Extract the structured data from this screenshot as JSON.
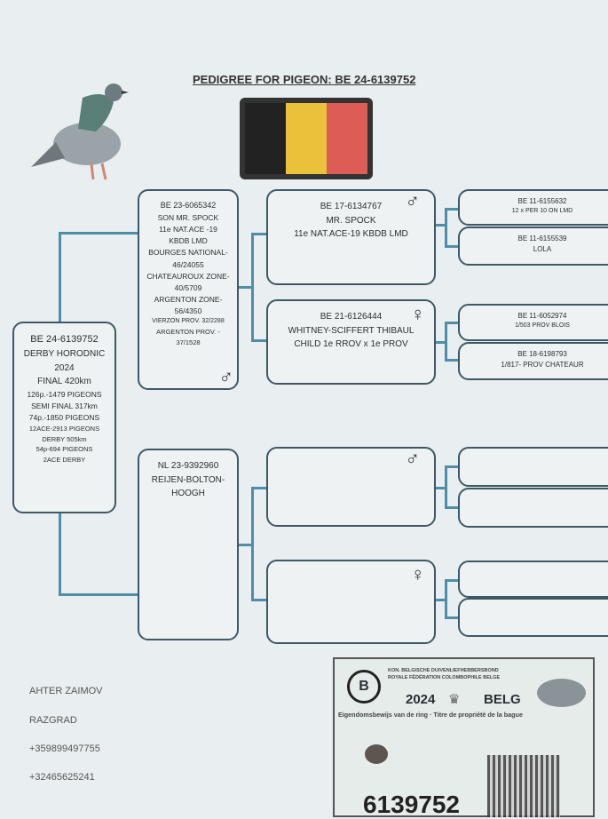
{
  "title": "PEDIGREE FOR PIGEON: BE 24-6139752",
  "flag_colors": [
    "#222222",
    "#e9c13b",
    "#dd5c55"
  ],
  "main": {
    "lines": [
      "BE 24-6139752",
      "DERBY HORODNIC",
      "2024",
      "FINAL  420km",
      "126p.-1479 PIGEONS",
      "SEMI FINAL  317km",
      "74p.-1850 PIGEONS",
      "12ACE-2913 PIGEONS",
      "DERBY 505km",
      "54p-694 PIGEONS",
      "2ACE DERBY"
    ]
  },
  "sire": {
    "lines": [
      "BE 23-6065342",
      "SON MR. SPOCK",
      "11e NAT.ACE -19",
      "KBDB LMD",
      "BOURGES NATIONAL-",
      "46/24055",
      "CHATEAUROUX ZONE-",
      "40/5709",
      "ARGENTON ZONE-",
      "56/4350",
      "VIERZON PROV. 32/2288",
      "ARGENTON PROV. -",
      "37/1528"
    ],
    "sex": "♂"
  },
  "dam": {
    "lines": [
      "NL 23-9392960",
      "REIJEN-BOLTON-",
      "HOOGH"
    ]
  },
  "gs1": {
    "lines": [
      "BE 17-6134767",
      "MR. SPOCK",
      "11e NAT.ACE-19 KBDB LMD"
    ],
    "sex": "♂"
  },
  "gd1": {
    "lines": [
      "BE 21-6126444",
      "WHITNEY-SCIFFERT THIBAUL",
      "CHILD 1e RROV x 1e PROV"
    ],
    "sex": "♀"
  },
  "gs2": {
    "sex": "♂"
  },
  "gd2": {
    "sex": "♀"
  },
  "ggp": [
    {
      "id": "BE 11-6155632",
      "info": "12 x PER 10 ON LMD"
    },
    {
      "id": "BE 11-6155539",
      "info": "LOLA"
    },
    {
      "id": "BE 11-6052974",
      "info": "1/503 PROV BLOIS"
    },
    {
      "id": "BE 18-6198793",
      "info": "1/817- PROV CHATEAUR"
    }
  ],
  "owner": {
    "name": "AHTER ZAIMOV",
    "city": "RAZGRAD",
    "phone1": "+359899497755",
    "phone2": "+32465625241"
  },
  "card": {
    "org1": "KON. BELGISCHE DUIVENLIEFHEBBERSBOND",
    "org2": "ROYALE FÉDÉRATION COLOMBOPHILE BELGE",
    "year": "2024",
    "country": "BELG",
    "subtitle": "Eigendomsbewijs van de ring · Titre de propriété de la bague",
    "ring": "6139752"
  }
}
